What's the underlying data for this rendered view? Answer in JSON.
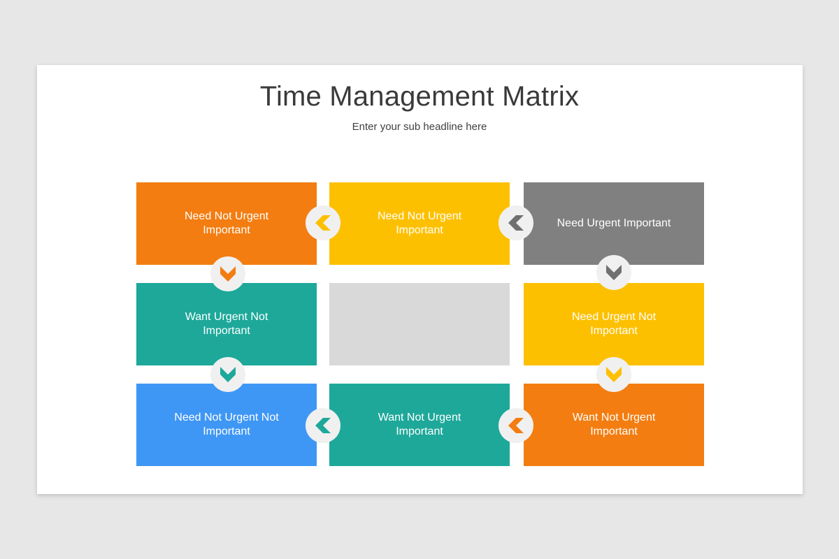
{
  "slide": {
    "title": "Time Management Matrix",
    "subtitle": "Enter your sub headline here"
  },
  "colors": {
    "orange": "#f37d11",
    "yellow": "#fdc000",
    "gray": "#808080",
    "teal": "#1da89a",
    "light_gray": "#d9d9d9",
    "blue": "#3f97f5"
  },
  "matrix": {
    "r1c1": "Need Not Urgent Important",
    "r1c2": "Need Not Urgent Important",
    "r1c3": "Need Urgent Important",
    "r2c1": "Want Urgent Not Important",
    "r2c2": "",
    "r2c3": "Need Urgent Not Important",
    "r3c1": "Need Not Urgent Not Important",
    "r3c2": "Want Not Urgent Important",
    "r3c3": "Want Not Urgent Important"
  },
  "connectors": [
    {
      "name": "chevron-left-icon",
      "color": "#fdc000"
    },
    {
      "name": "chevron-left-icon",
      "color": "#707070"
    },
    {
      "name": "chevron-down-icon",
      "color": "#f37d11"
    },
    {
      "name": "chevron-down-icon",
      "color": "#707070"
    },
    {
      "name": "chevron-down-icon",
      "color": "#1da89a"
    },
    {
      "name": "chevron-down-icon",
      "color": "#fdc000"
    },
    {
      "name": "chevron-left-icon",
      "color": "#1da89a"
    },
    {
      "name": "chevron-left-icon",
      "color": "#f37d11"
    }
  ]
}
